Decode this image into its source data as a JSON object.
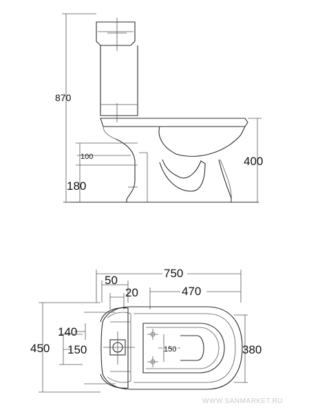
{
  "side_view": {
    "dims": {
      "height_total": "870",
      "outlet_height": "180",
      "offset": "100",
      "seat_height": "400"
    }
  },
  "top_view": {
    "dims": {
      "length_total": "750",
      "tank_depth": "50",
      "offset_small": "20",
      "bowl_length": "470",
      "left_inner": "140",
      "width_total": "450",
      "left_center": "150",
      "bowl_inner": "150",
      "bowl_width": "380"
    }
  },
  "watermark": "WWW.SANMARKET.RU"
}
